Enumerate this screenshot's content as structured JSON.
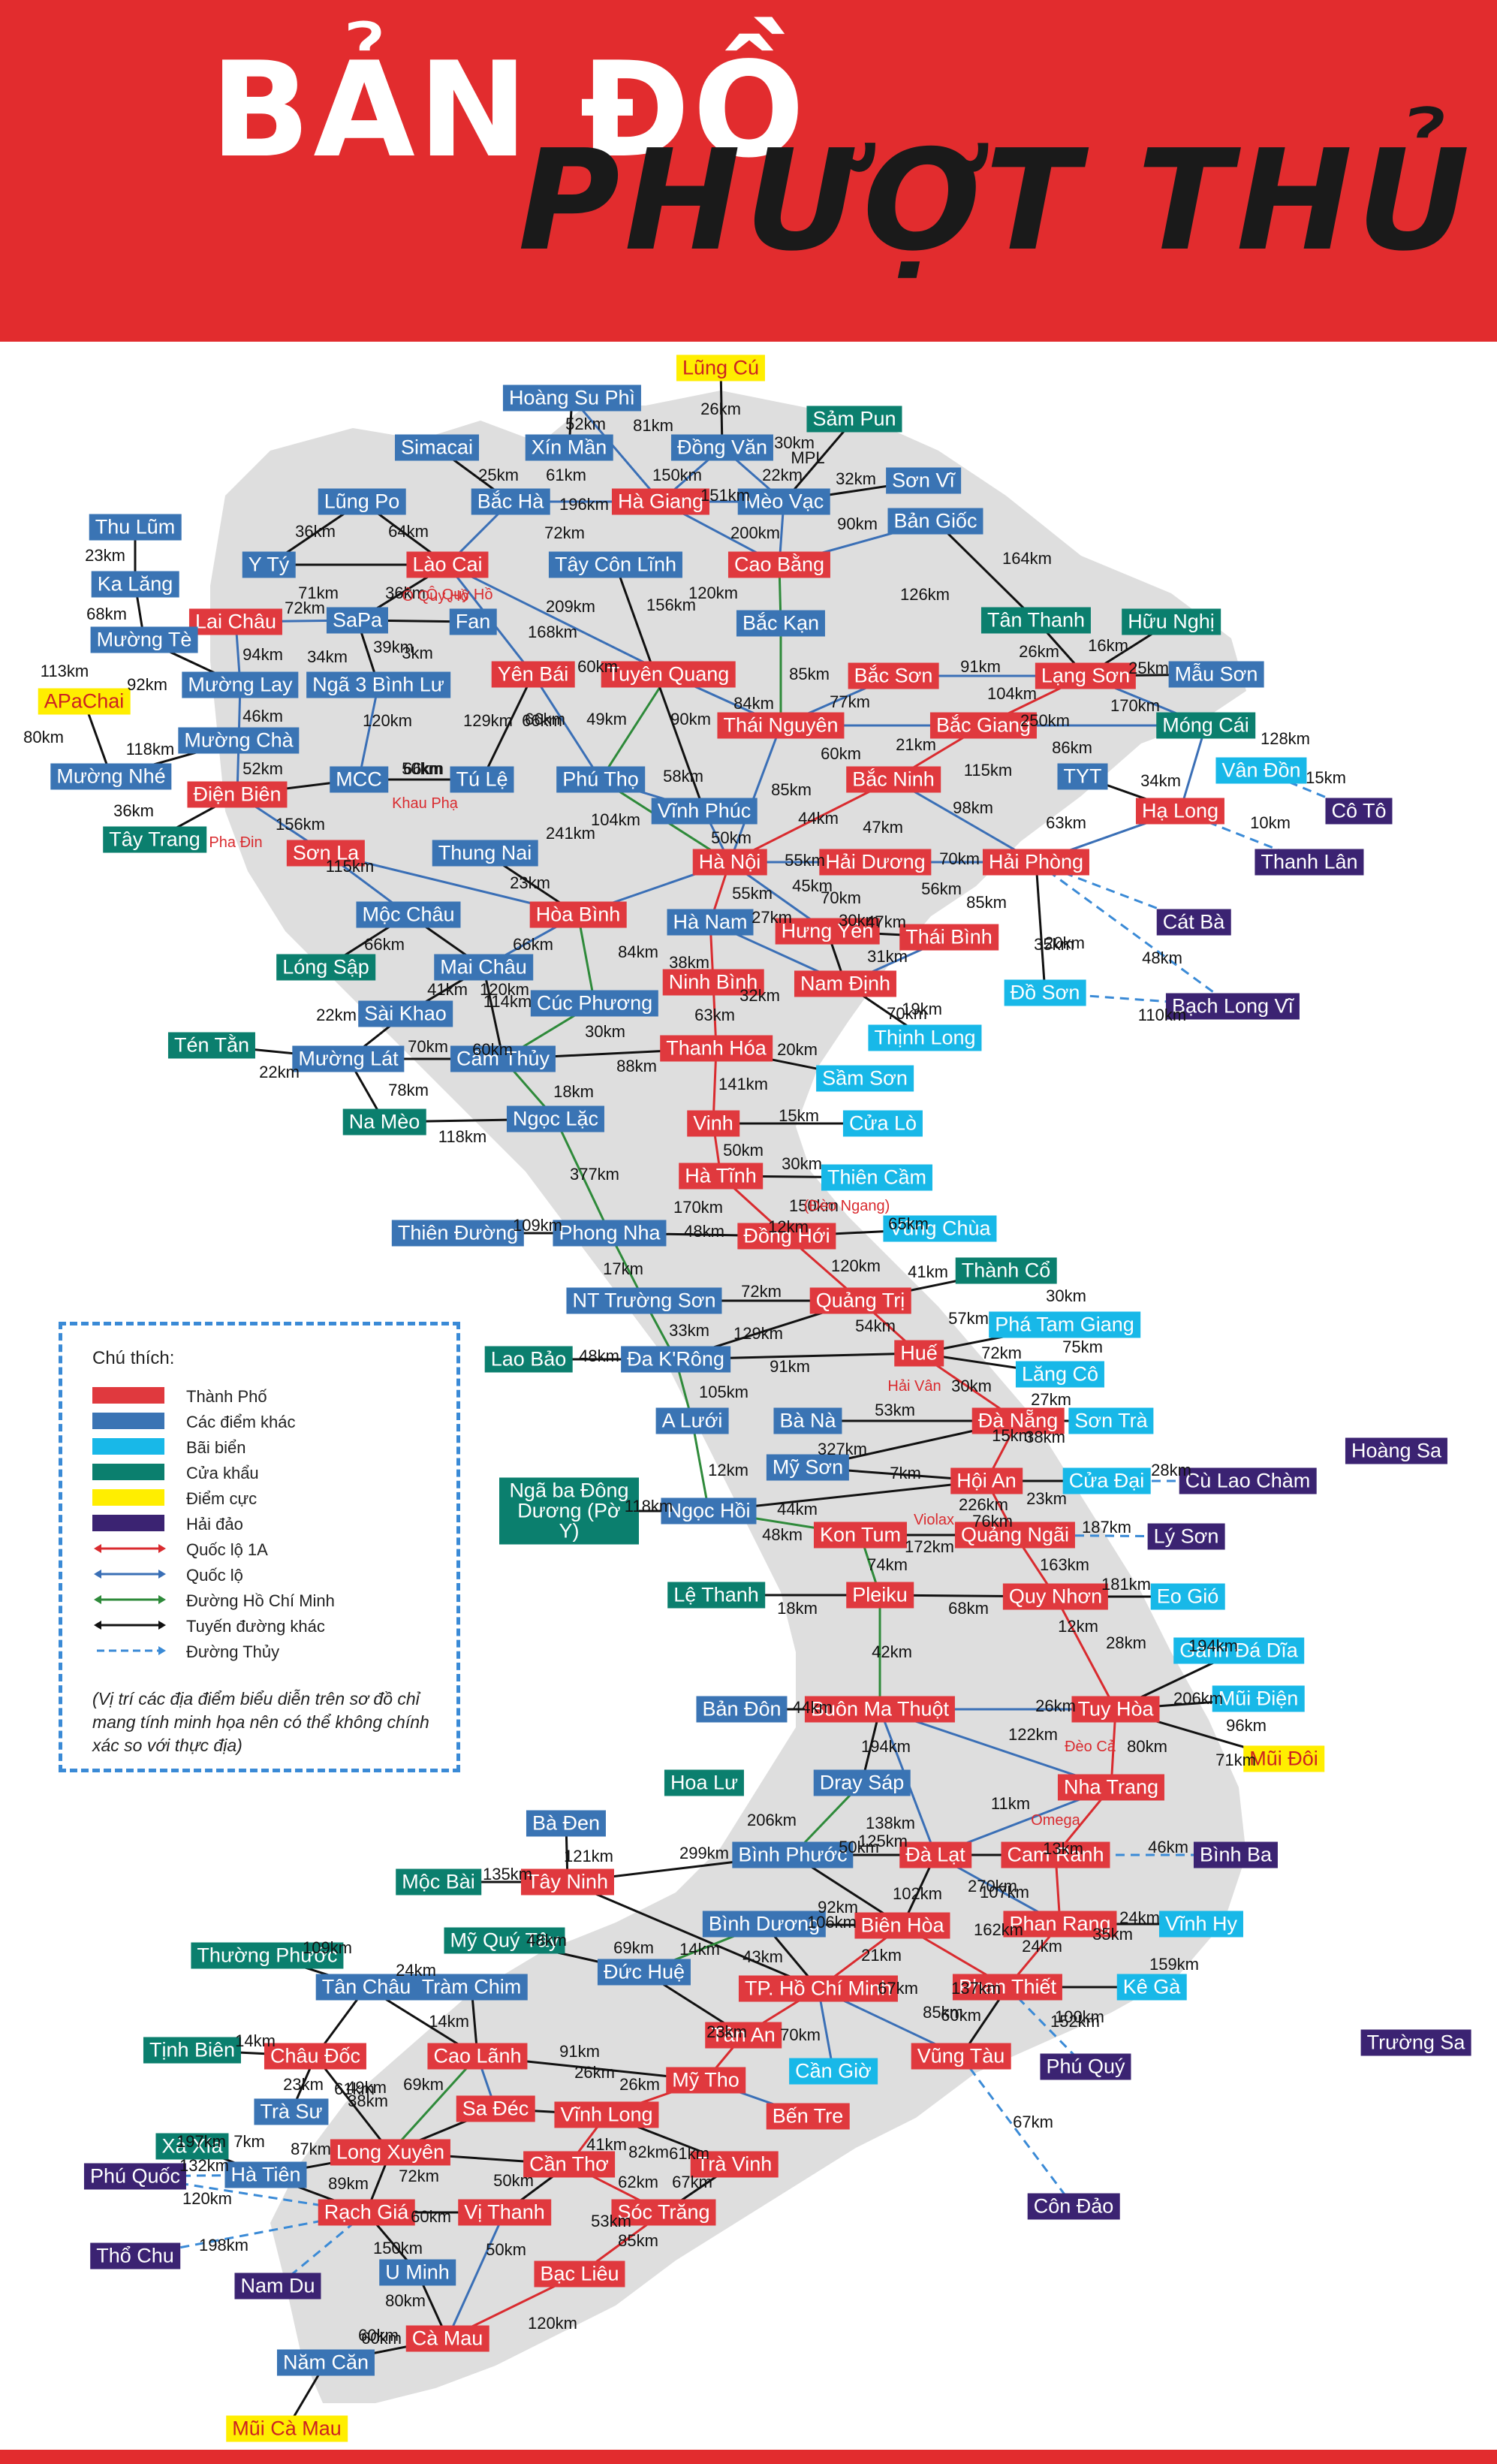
{
  "title": {
    "line1": "BẢN ĐỒ",
    "line2": "PHƯỢT THỦ"
  },
  "colors": {
    "city": "#e0393e",
    "other": "#3a74b4",
    "beach": "#18b8e8",
    "border_gate": "#0b7f6e",
    "extreme": "#ffee00",
    "island": "#3b2372",
    "highway_1a": "#d92b2f",
    "national_road": "#3a6fb6",
    "ho_chi_minh_road": "#2e8a3a",
    "other_road": "#111111",
    "waterway": "#3a8ad6",
    "land": "#dedede"
  },
  "legend": {
    "heading": "Chú thích:",
    "items": [
      {
        "label": "Thành Phố",
        "kind": "swatch",
        "color": "#e0393e"
      },
      {
        "label": "Các điểm khác",
        "kind": "swatch",
        "color": "#3a74b4"
      },
      {
        "label": "Bãi biển",
        "kind": "swatch",
        "color": "#18b8e8"
      },
      {
        "label": "Cửa khẩu",
        "kind": "swatch",
        "color": "#0b7f6e"
      },
      {
        "label": "Điểm cực",
        "kind": "swatch",
        "color": "#ffee00"
      },
      {
        "label": "Hải đảo",
        "kind": "swatch",
        "color": "#3b2372"
      },
      {
        "label": "Quốc lộ 1A",
        "kind": "arrow",
        "color": "#d92b2f",
        "dashed": false
      },
      {
        "label": "Quốc lộ",
        "kind": "arrow",
        "color": "#3a6fb6",
        "dashed": false
      },
      {
        "label": "Đường Hồ Chí Minh",
        "kind": "arrow",
        "color": "#2e8a3a",
        "dashed": false
      },
      {
        "label": "Tuyến đường khác",
        "kind": "arrow",
        "color": "#111111",
        "dashed": false
      },
      {
        "label": "Đường Thủy",
        "kind": "arrow",
        "color": "#3a8ad6",
        "dashed": true
      }
    ],
    "disclaimer": "(Vị trí các địa điểm biểu diễn trên sơ đồ chỉ mang tính minh họa nên có thể không chính xác so với thực địa)"
  },
  "places": [
    {
      "name": "Lũng Cú",
      "type": "extreme"
    },
    {
      "name": "Hoàng Su Phì",
      "type": "other"
    },
    {
      "name": "Sảm Pun",
      "type": "border"
    },
    {
      "name": "Simacai",
      "type": "other"
    },
    {
      "name": "Xín Mần",
      "type": "other"
    },
    {
      "name": "Đồng Văn",
      "type": "other"
    },
    {
      "name": "Lũng Po",
      "type": "other"
    },
    {
      "name": "Bắc Hà",
      "type": "other"
    },
    {
      "name": "Hà Giang",
      "type": "city"
    },
    {
      "name": "Mèo Vạc",
      "type": "other"
    },
    {
      "name": "Sơn Vĩ",
      "type": "other"
    },
    {
      "name": "Thu Lũm",
      "type": "other"
    },
    {
      "name": "Bản Giốc",
      "type": "other"
    },
    {
      "name": "Y Tý",
      "type": "other"
    },
    {
      "name": "Lào Cai",
      "type": "city"
    },
    {
      "name": "Tây Côn Lĩnh",
      "type": "other"
    },
    {
      "name": "Cao Bằng",
      "type": "city"
    },
    {
      "name": "Ka Lăng",
      "type": "other"
    },
    {
      "name": "Lai Châu",
      "type": "city"
    },
    {
      "name": "SaPa",
      "type": "other"
    },
    {
      "name": "Fan",
      "type": "other"
    },
    {
      "name": "Bắc Kạn",
      "type": "other"
    },
    {
      "name": "Tân Thanh",
      "type": "border"
    },
    {
      "name": "Hữu Nghị",
      "type": "border"
    },
    {
      "name": "Mường Tè",
      "type": "other"
    },
    {
      "name": "Mường Lay",
      "type": "other"
    },
    {
      "name": "Ngã 3 Bình Lư",
      "type": "other"
    },
    {
      "name": "Yên Bái",
      "type": "city"
    },
    {
      "name": "Tuyên Quang",
      "type": "city"
    },
    {
      "name": "Bắc Sơn",
      "type": "city"
    },
    {
      "name": "Lạng Sơn",
      "type": "city"
    },
    {
      "name": "Mẫu Sơn",
      "type": "other"
    },
    {
      "name": "APaChai",
      "type": "extreme"
    },
    {
      "name": "Thái Nguyên",
      "type": "city"
    },
    {
      "name": "Bắc Giang",
      "type": "city"
    },
    {
      "name": "Móng Cái",
      "type": "border"
    },
    {
      "name": "Mường Chà",
      "type": "other"
    },
    {
      "name": "Mường Nhé",
      "type": "other"
    },
    {
      "name": "Điện Biên",
      "type": "city"
    },
    {
      "name": "MCC",
      "type": "other"
    },
    {
      "name": "Tú Lệ",
      "type": "other"
    },
    {
      "name": "Phú Thọ",
      "type": "other"
    },
    {
      "name": "Bắc Ninh",
      "type": "city"
    },
    {
      "name": "TYT",
      "type": "other"
    },
    {
      "name": "Vân Đồn",
      "type": "beach"
    },
    {
      "name": "Cô Tô",
      "type": "island"
    },
    {
      "name": "Vĩnh Phúc",
      "type": "other"
    },
    {
      "name": "Hạ Long",
      "type": "city"
    },
    {
      "name": "Tây Trang",
      "type": "border"
    },
    {
      "name": "Sơn La",
      "type": "city"
    },
    {
      "name": "Thung Nai",
      "type": "other"
    },
    {
      "name": "Hà Nội",
      "type": "city"
    },
    {
      "name": "Hải Dương",
      "type": "city"
    },
    {
      "name": "Hải Phòng",
      "type": "city"
    },
    {
      "name": "Thanh Lân",
      "type": "island"
    },
    {
      "name": "Mộc Châu",
      "type": "other"
    },
    {
      "name": "Hòa Bình",
      "type": "city"
    },
    {
      "name": "Hà Nam",
      "type": "other"
    },
    {
      "name": "Hưng Yên",
      "type": "city"
    },
    {
      "name": "Thái Bình",
      "type": "city"
    },
    {
      "name": "Cát Bà",
      "type": "island"
    },
    {
      "name": "Lóng Sập",
      "type": "border"
    },
    {
      "name": "Mai Châu",
      "type": "other"
    },
    {
      "name": "Ninh Bình",
      "type": "city"
    },
    {
      "name": "Nam Định",
      "type": "city"
    },
    {
      "name": "Đồ Sơn",
      "type": "beach"
    },
    {
      "name": "Bạch Long Vĩ",
      "type": "island"
    },
    {
      "name": "Sài Khao",
      "type": "other"
    },
    {
      "name": "Cúc Phương",
      "type": "other"
    },
    {
      "name": "Thịnh Long",
      "type": "beach"
    },
    {
      "name": "Tén Tằn",
      "type": "border"
    },
    {
      "name": "Mường Lát",
      "type": "other"
    },
    {
      "name": "Cẩm Thủy",
      "type": "other"
    },
    {
      "name": "Thanh Hóa",
      "type": "city"
    },
    {
      "name": "Sầm Sơn",
      "type": "beach"
    },
    {
      "name": "Na Mèo",
      "type": "border"
    },
    {
      "name": "Ngọc Lặc",
      "type": "other"
    },
    {
      "name": "Vinh",
      "type": "city"
    },
    {
      "name": "Cửa Lò",
      "type": "beach"
    },
    {
      "name": "Hà Tĩnh",
      "type": "city"
    },
    {
      "name": "Thiên Cầm",
      "type": "beach"
    },
    {
      "name": "Thiên Đường",
      "type": "other"
    },
    {
      "name": "Phong Nha",
      "type": "other"
    },
    {
      "name": "Đồng Hới",
      "type": "city"
    },
    {
      "name": "Vũng Chùa",
      "type": "beach"
    },
    {
      "name": "Thành Cổ",
      "type": "border"
    },
    {
      "name": "NT Trường Sơn",
      "type": "other"
    },
    {
      "name": "Quảng Trị",
      "type": "city"
    },
    {
      "name": "Phá Tam Giang",
      "type": "beach"
    },
    {
      "name": "Lao Bảo",
      "type": "border"
    },
    {
      "name": "Đa K'Rông",
      "type": "other"
    },
    {
      "name": "Huế",
      "type": "city"
    },
    {
      "name": "Lăng Cô",
      "type": "beach"
    },
    {
      "name": "Bà Nà",
      "type": "other"
    },
    {
      "name": "A Lưới",
      "type": "other"
    },
    {
      "name": "Đà Nẵng",
      "type": "city"
    },
    {
      "name": "Sơn Trà",
      "type": "beach"
    },
    {
      "name": "Hoàng Sa",
      "type": "island"
    },
    {
      "name": "Mỹ Sơn",
      "type": "other"
    },
    {
      "name": "Hội An",
      "type": "city"
    },
    {
      "name": "Cửa Đại",
      "type": "beach"
    },
    {
      "name": "Cù Lao Chàm",
      "type": "island"
    },
    {
      "name": "Ngã ba Đông Dương (Pờ Y)",
      "type": "border"
    },
    {
      "name": "Ngọc Hồi",
      "type": "other"
    },
    {
      "name": "Kon Tum",
      "type": "city"
    },
    {
      "name": "Quảng Ngãi",
      "type": "city"
    },
    {
      "name": "Lý Sơn",
      "type": "island"
    },
    {
      "name": "Lệ Thanh",
      "type": "border"
    },
    {
      "name": "Pleiku",
      "type": "city"
    },
    {
      "name": "Quy Nhơn",
      "type": "city"
    },
    {
      "name": "Eo Gió",
      "type": "beach"
    },
    {
      "name": "Gành Đá Dĩa",
      "type": "beach"
    },
    {
      "name": "Bản Đôn",
      "type": "other"
    },
    {
      "name": "Buôn Ma Thuột",
      "type": "city"
    },
    {
      "name": "Tuy Hòa",
      "type": "city"
    },
    {
      "name": "Mũi Điện",
      "type": "beach"
    },
    {
      "name": "Mũi Đôi",
      "type": "extreme"
    },
    {
      "name": "Hoa Lư",
      "type": "border"
    },
    {
      "name": "Dray Sáp",
      "type": "other"
    },
    {
      "name": "Nha Trang",
      "type": "city"
    },
    {
      "name": "Bà Đen",
      "type": "other"
    },
    {
      "name": "Bình Phước",
      "type": "other"
    },
    {
      "name": "Đà Lạt",
      "type": "city"
    },
    {
      "name": "Cam Ranh",
      "type": "city"
    },
    {
      "name": "Bình Ba",
      "type": "island"
    },
    {
      "name": "Mộc Bài",
      "type": "border"
    },
    {
      "name": "Tây Ninh",
      "type": "city"
    },
    {
      "name": "Bình Dương",
      "type": "other"
    },
    {
      "name": "Biên Hòa",
      "type": "city"
    },
    {
      "name": "Phan Rang",
      "type": "city"
    },
    {
      "name": "Vĩnh Hy",
      "type": "beach"
    },
    {
      "name": "Mỹ Quý Tây",
      "type": "border"
    },
    {
      "name": "Đức Huệ",
      "type": "other"
    },
    {
      "name": "Thường Phước",
      "type": "border"
    },
    {
      "name": "Tân Châu",
      "type": "other"
    },
    {
      "name": "Tràm Chim",
      "type": "other"
    },
    {
      "name": "TP. Hồ Chí Minh",
      "type": "city"
    },
    {
      "name": "Phan Thiết",
      "type": "city"
    },
    {
      "name": "Kê Gà",
      "type": "beach"
    },
    {
      "name": "Tịnh Biên",
      "type": "border"
    },
    {
      "name": "Châu Đốc",
      "type": "city"
    },
    {
      "name": "Cao Lãnh",
      "type": "city"
    },
    {
      "name": "Tân An",
      "type": "city"
    },
    {
      "name": "Vũng Tàu",
      "type": "city"
    },
    {
      "name": "Phú Quý",
      "type": "island"
    },
    {
      "name": "Trường Sa",
      "type": "island"
    },
    {
      "name": "Trà Sư",
      "type": "other"
    },
    {
      "name": "Sa Đéc",
      "type": "city"
    },
    {
      "name": "Mỹ Tho",
      "type": "city"
    },
    {
      "name": "Cần Giờ",
      "type": "beach"
    },
    {
      "name": "Xà Xía",
      "type": "border"
    },
    {
      "name": "Vĩnh Long",
      "type": "city"
    },
    {
      "name": "Bến Tre",
      "type": "city"
    },
    {
      "name": "Long Xuyên",
      "type": "city"
    },
    {
      "name": "Phú Quốc",
      "type": "island"
    },
    {
      "name": "Hà Tiên",
      "type": "other"
    },
    {
      "name": "Cần Thơ",
      "type": "city"
    },
    {
      "name": "Trà Vinh",
      "type": "city"
    },
    {
      "name": "Rạch Giá",
      "type": "city"
    },
    {
      "name": "Vị Thanh",
      "type": "city"
    },
    {
      "name": "Sóc Trăng",
      "type": "city"
    },
    {
      "name": "Côn Đảo",
      "type": "island"
    },
    {
      "name": "Thổ Chu",
      "type": "island"
    },
    {
      "name": "U Minh",
      "type": "other"
    },
    {
      "name": "Bạc Liêu",
      "type": "city"
    },
    {
      "name": "Nam Du",
      "type": "island"
    },
    {
      "name": "Cà Mau",
      "type": "city"
    },
    {
      "name": "Năm Căn",
      "type": "other"
    },
    {
      "name": "Mũi Cà Mau",
      "type": "extreme"
    }
  ],
  "distances": [
    "26km",
    "52km",
    "81km",
    "30km",
    "MPL",
    "150km",
    "61km",
    "22km",
    "151km",
    "32km",
    "25km",
    "196km",
    "90km",
    "36km",
    "64km",
    "72km",
    "200km",
    "23km",
    "164km",
    "71km",
    "36km",
    "72km",
    "120km",
    "126km",
    "156km",
    "68km",
    "209km",
    "168km",
    "39km",
    "94km",
    "34km",
    "3km",
    "60km",
    "26km",
    "16km",
    "113km",
    "92km",
    "85km",
    "77km",
    "91km",
    "25km",
    "104km",
    "84km",
    "90km",
    "66km",
    "170km",
    "250km",
    "80km",
    "118km",
    "46km",
    "129km",
    "66km",
    "49km",
    "21km",
    "86km",
    "128km",
    "120km",
    "52km",
    "66km",
    "15km",
    "34km",
    "50km",
    "115km",
    "58km",
    "85km",
    "60km",
    "10km",
    "156km",
    "241km",
    "104km",
    "50km",
    "98km",
    "63km",
    "36km",
    "115km",
    "44km",
    "47km",
    "23km",
    "55km",
    "45km",
    "70km",
    "85km",
    "56km",
    "55km",
    "70km",
    "30km",
    "35km",
    "66km",
    "66km",
    "27km",
    "47km",
    "20km",
    "84km",
    "38km",
    "31km",
    "48km",
    "120km",
    "41km",
    "114km",
    "32km",
    "19km",
    "22km",
    "110km",
    "63km",
    "70km",
    "30km",
    "70km",
    "60km",
    "88km",
    "20km",
    "22km",
    "141km",
    "78km",
    "18km",
    "118km",
    "15km",
    "50km",
    "377km",
    "30km",
    "170km",
    "150km",
    "12km",
    "48km",
    "65km",
    "109km",
    "120km",
    "17km",
    "41km",
    "30km",
    "72km",
    "54km",
    "57km",
    "33km",
    "48km",
    "129km",
    "75km",
    "72km",
    "91km",
    "105km",
    "30km",
    "27km",
    "15km",
    "53km",
    "327km",
    "38km",
    "12km",
    "7km",
    "28km",
    "23km",
    "226km",
    "118km",
    "44km",
    "76km",
    "187km",
    "48km",
    "172km",
    "74km",
    "163km",
    "18km",
    "68km",
    "181km",
    "12km",
    "28km",
    "42km",
    "194km",
    "44km",
    "26km",
    "206km",
    "194km",
    "122km",
    "80km",
    "96km",
    "71km",
    "206km",
    "138km",
    "11km",
    "121km",
    "299km",
    "125km",
    "13km",
    "46km",
    "135km",
    "50km",
    "102km",
    "107km",
    "270km",
    "106km",
    "92km",
    "24km",
    "43km",
    "21km",
    "24km",
    "35km",
    "162km",
    "14km",
    "159km",
    "48km",
    "137km",
    "67km",
    "70km",
    "109km",
    "24km",
    "69km",
    "14km",
    "85km",
    "60km",
    "152km",
    "100km",
    "14km",
    "23km",
    "61km",
    "91km",
    "23km",
    "26km",
    "38km",
    "49km",
    "69km",
    "26km",
    "67km",
    "197km",
    "7km",
    "87km",
    "132km",
    "61km",
    "41km",
    "82km",
    "120km",
    "198km",
    "89km",
    "72km",
    "50km",
    "62km",
    "67km",
    "53km",
    "60km",
    "150km",
    "50km",
    "85km",
    "80km",
    "60km",
    "120km",
    "60km"
  ],
  "notes": [
    "Ô Quy Hồ",
    "Khau Phạ",
    "Pha Đin",
    "(Đèo Ngang)",
    "Hải Vân",
    "Violax",
    "Đèo Cả",
    "Omega",
    "Ô Quy Hồ"
  ]
}
